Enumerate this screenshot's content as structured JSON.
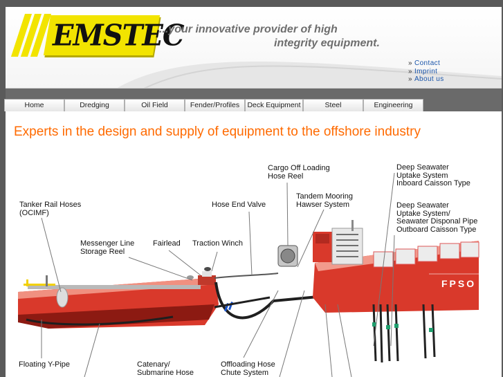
{
  "brand": {
    "logo_text": "EMSTEC",
    "tagline_line1": "...your innovative provider of high",
    "tagline_line2": "integrity equipment."
  },
  "top_links": [
    "Contact",
    "Imprint",
    "About us"
  ],
  "nav": {
    "tabs": [
      {
        "label": "Home"
      },
      {
        "label": "Dredging"
      },
      {
        "label": "Oil Field"
      },
      {
        "label": "Fender/Profiles"
      },
      {
        "label": "Deck Equipment"
      },
      {
        "label": "Steel Construction"
      },
      {
        "label": "Engineering"
      }
    ]
  },
  "main": {
    "headline": "Experts in the design and supply of equipment to the offshore industry"
  },
  "diagram": {
    "callouts": {
      "tanker_rail_hoses": [
        "Tanker Rail Hoses",
        "(OCIMF)"
      ],
      "messenger_line": [
        "Messenger Line",
        "Storage Reel"
      ],
      "fairlead": [
        "Fairlead"
      ],
      "traction_winch": [
        "Traction Winch"
      ],
      "hose_end_valve": [
        "Hose End Valve"
      ],
      "cargo_off_loading": [
        "Cargo Off Loading",
        "Hose Reel"
      ],
      "tandem_mooring": [
        "Tandem Mooring",
        "Hawser System"
      ],
      "deep_seawater_inboard": [
        "Deep Seawater",
        "Uptake System",
        "Inboard Caisson Type"
      ],
      "deep_seawater_outboard": [
        "Deep Seawater",
        "Uptake System/",
        "Seawater Disponal Pipe",
        "Outboard Caisson Type"
      ],
      "floating_y_pipe": [
        "Floating Y-Pipe"
      ],
      "catenary": [
        "Catenary/",
        "Submarine Hose"
      ],
      "offloading_chute": [
        "Offloading Hose",
        "Chute System"
      ]
    },
    "fpso_label": "FPSO"
  },
  "colors": {
    "headline": "#ff6a00",
    "link": "#1a55aa",
    "logo_yellow": "#f2e400",
    "hull_red": "#d9392b",
    "nav_bar": "#6a6a6a"
  }
}
